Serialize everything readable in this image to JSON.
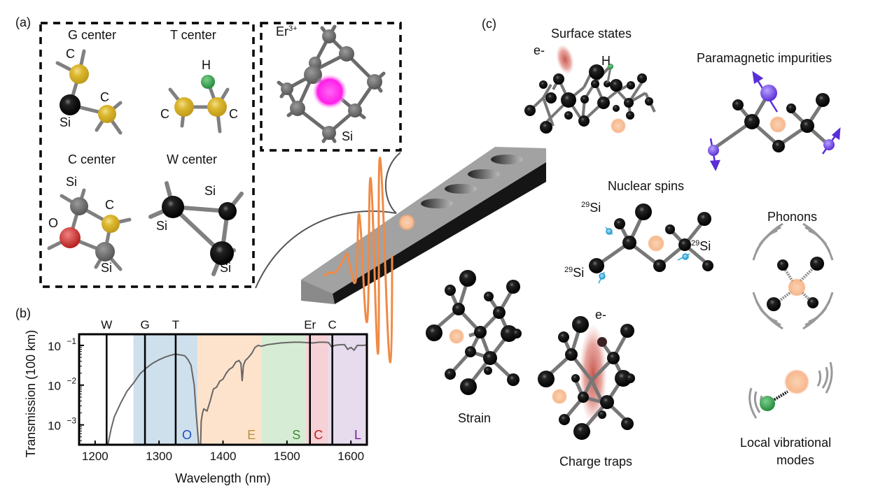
{
  "panel_a": {
    "letter": "(a)",
    "defects": [
      {
        "name": "G center",
        "atoms": [
          "C",
          "C",
          "Si"
        ]
      },
      {
        "name": "T center",
        "atoms": [
          "H",
          "C",
          "C"
        ]
      },
      {
        "name": "C center",
        "atoms": [
          "Si",
          "C",
          "O",
          "Si"
        ]
      },
      {
        "name": "W center",
        "atoms": [
          "Si",
          "Si",
          "Si"
        ]
      }
    ],
    "er": {
      "label": "Er",
      "charge": "3+",
      "host": "Si"
    }
  },
  "panel_b": {
    "letter": "(b)"
  },
  "panel_c": {
    "letter": "(c)",
    "items": [
      {
        "label": "Surface states",
        "annotations": [
          "e-",
          "H"
        ]
      },
      {
        "label": "Paramagnetic impurities"
      },
      {
        "label": "Nuclear spins",
        "isotope_mass": "29",
        "isotope_symbol": "Si"
      },
      {
        "label": "Phonons"
      },
      {
        "label": "Strain"
      },
      {
        "label": "Charge traps",
        "annotations": [
          "e-"
        ]
      },
      {
        "label": "Local vibrational modes",
        "line1": "Local vibrational",
        "line2": "modes"
      }
    ]
  },
  "colors": {
    "si_atom": "#000000",
    "carbon": "#d9b62a",
    "hydrogen": "#2e9b48",
    "oxygen": "#c82828",
    "erbium": "#ff22ee",
    "emitter": "#f6b98b",
    "paramagnetic": "#6a3de0",
    "nuclear_spin": "#3aa6d6",
    "waveguide_top": "#a0a0a0",
    "waveguide_side": "#151515",
    "pulse": "#f08a45"
  },
  "chart_data": {
    "type": "line",
    "title": "",
    "xlabel": "Wavelength (nm)",
    "ylabel": "Transmission (100 km)",
    "xlim": [
      1175,
      1625
    ],
    "ylim_log10": [
      -3.5,
      -0.72
    ],
    "yscale": "log",
    "xticks": [
      1200,
      1300,
      1400,
      1500,
      1600
    ],
    "yticks": [
      {
        "exp": -1,
        "label": "10",
        "sup": "−1"
      },
      {
        "exp": -2,
        "label": "10",
        "sup": "−2"
      },
      {
        "exp": -3,
        "label": "10",
        "sup": "−3"
      }
    ],
    "bands": [
      {
        "name": "O",
        "from": 1260,
        "to": 1360,
        "fill": "#cfe0ed",
        "text": "#1f4fbf"
      },
      {
        "name": "E",
        "from": 1360,
        "to": 1460,
        "fill": "#fde3cc",
        "text": "#b8903a"
      },
      {
        "name": "S",
        "from": 1460,
        "to": 1530,
        "fill": "#d6ecd4",
        "text": "#3f8a35"
      },
      {
        "name": "C",
        "from": 1530,
        "to": 1565,
        "fill": "#f6d2d6",
        "text": "#c41e1e"
      },
      {
        "name": "L",
        "from": 1565,
        "to": 1625,
        "fill": "#e6dcee",
        "text": "#7a1a9a"
      }
    ],
    "emitter_lines": [
      {
        "name": "W",
        "x": 1218
      },
      {
        "name": "G",
        "x": 1278
      },
      {
        "name": "T",
        "x": 1326
      },
      {
        "name": "Er",
        "x": 1536
      },
      {
        "name": "C",
        "x": 1571
      }
    ],
    "series": [
      {
        "name": "transmission",
        "x": [
          1220,
          1225,
          1230,
          1240,
          1250,
          1260,
          1270,
          1280,
          1290,
          1300,
          1310,
          1320,
          1325,
          1330,
          1340,
          1345,
          1350,
          1355,
          1358,
          1362,
          1365,
          1366,
          1368,
          1370,
          1375,
          1380,
          1385,
          1390,
          1395,
          1400,
          1405,
          1410,
          1415,
          1420,
          1425,
          1428,
          1430,
          1432,
          1435,
          1440,
          1445,
          1450,
          1455,
          1460,
          1470,
          1480,
          1490,
          1500,
          1510,
          1520,
          1530,
          1540,
          1550,
          1560,
          1565,
          1570,
          1575,
          1580,
          1590,
          1595,
          1600,
          1605,
          1610,
          1620,
          1625
        ],
        "y_log10": [
          -3.5,
          -3.1,
          -2.8,
          -2.45,
          -2.15,
          -1.95,
          -1.72,
          -1.57,
          -1.45,
          -1.36,
          -1.29,
          -1.24,
          -1.22,
          -1.23,
          -1.26,
          -1.35,
          -1.5,
          -2.0,
          -2.7,
          -3.5,
          -3.5,
          -2.9,
          -2.7,
          -2.6,
          -2.65,
          -2.4,
          -2.1,
          -2.05,
          -1.9,
          -1.85,
          -1.7,
          -1.6,
          -1.55,
          -1.42,
          -1.38,
          -1.45,
          -1.9,
          -1.5,
          -1.38,
          -1.3,
          -1.2,
          -1.05,
          -1.0,
          -1.02,
          -0.98,
          -0.96,
          -0.94,
          -0.93,
          -0.92,
          -0.92,
          -0.93,
          -0.94,
          -0.92,
          -0.92,
          -0.93,
          -1.04,
          -1.0,
          -0.99,
          -0.98,
          -1.1,
          -1.05,
          -1.12,
          -1.0,
          -1.0,
          -0.99
        ]
      }
    ],
    "band_labels_position": "bottom",
    "grid": false
  }
}
